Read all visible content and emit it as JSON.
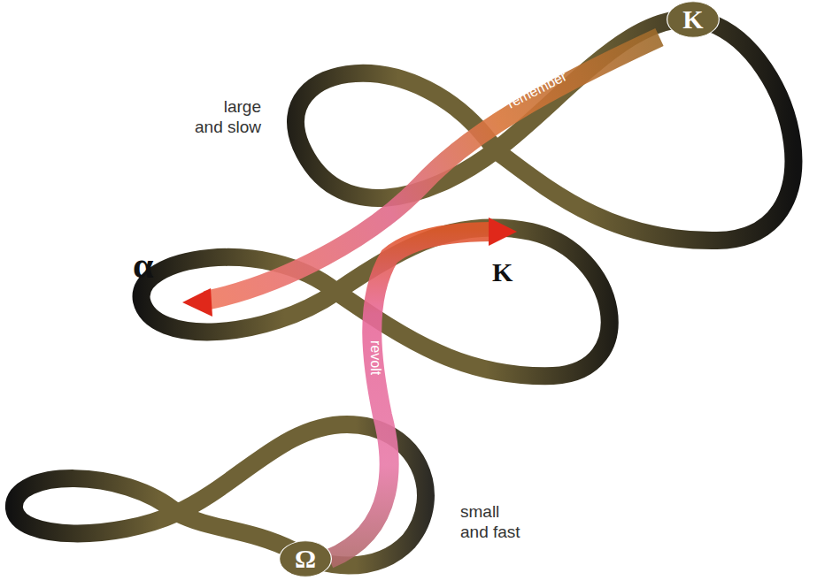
{
  "diagram": {
    "nodes": [
      {
        "text": [
          "K"
        ]
      },
      {
        "text": [
          "Ω"
        ]
      }
    ],
    "labels": [
      "large and slow",
      "remember",
      "α",
      "K",
      "revolt",
      "small and fast"
    ]
  }
}
